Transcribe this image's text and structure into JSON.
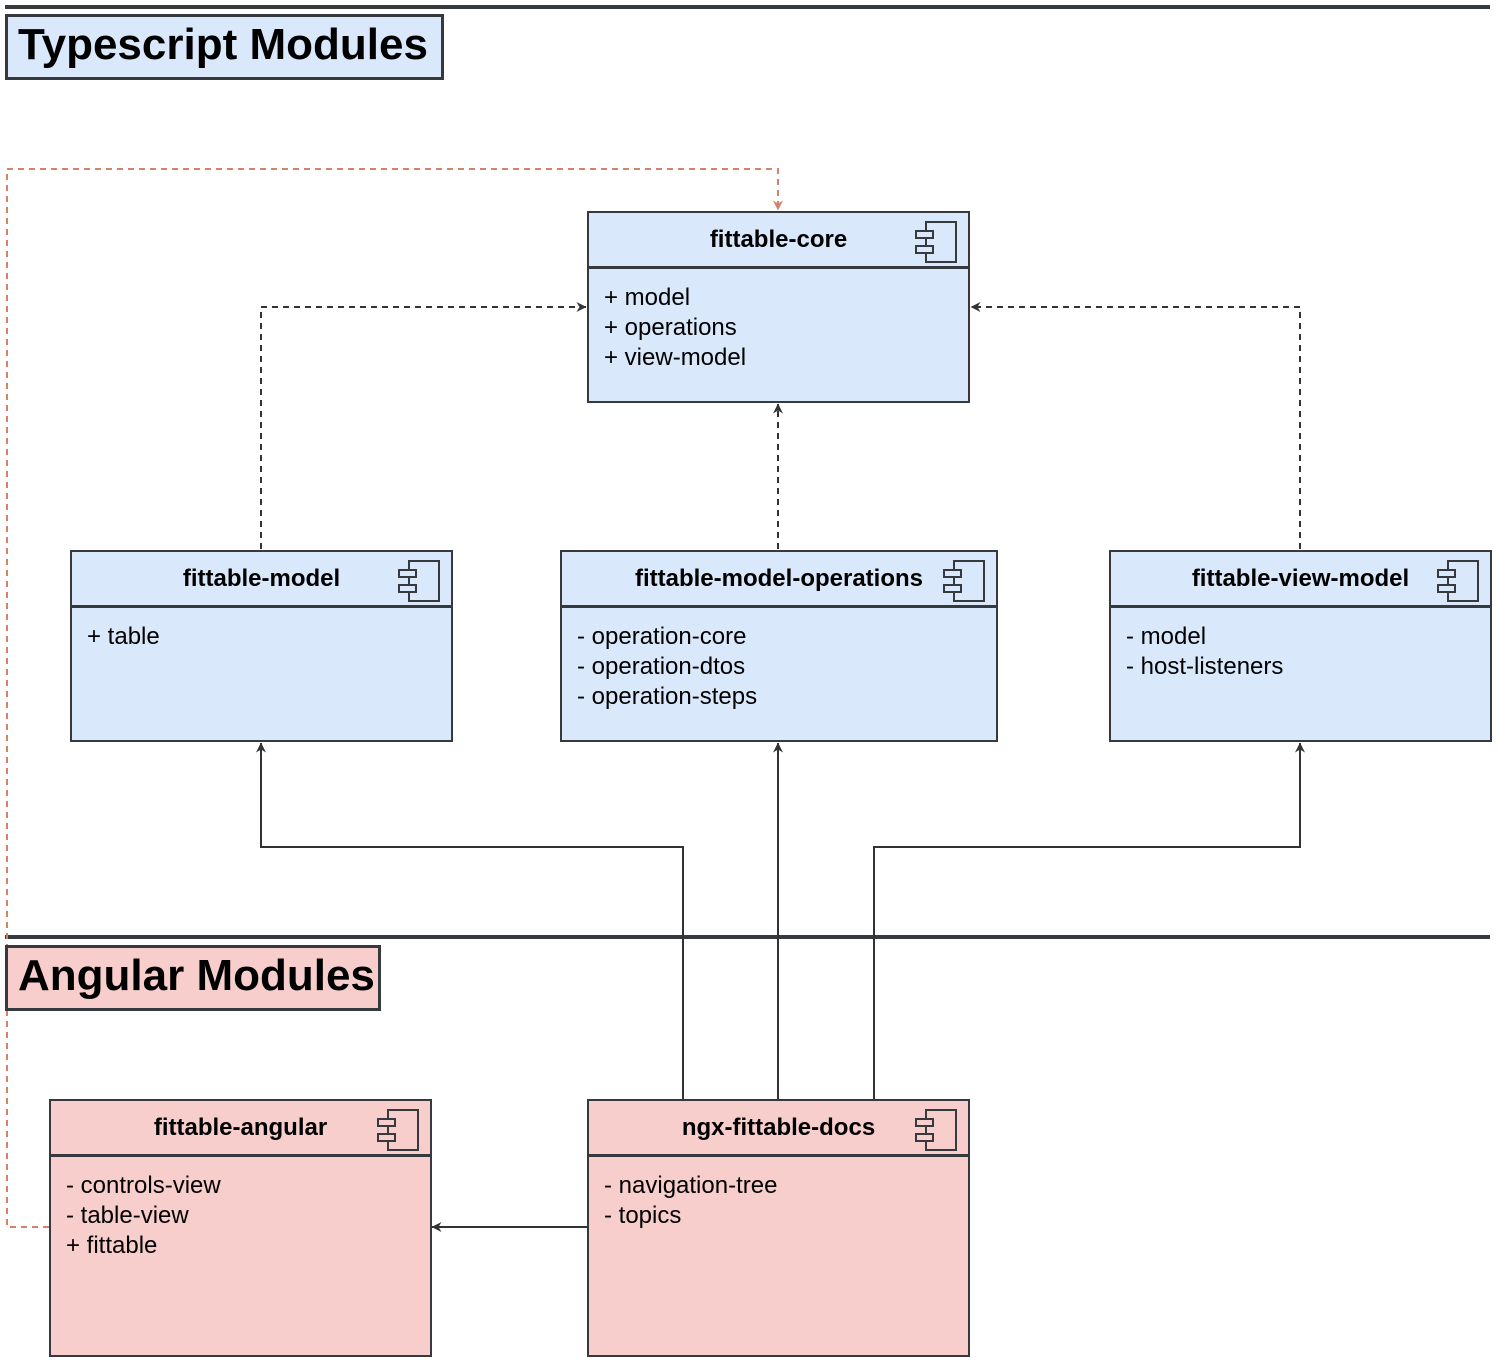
{
  "sections": {
    "typescript": "Typescript Modules",
    "angular": "Angular Modules"
  },
  "modules": {
    "fittable_core": {
      "name": "fittable-core",
      "items": [
        "+ model",
        "+ operations",
        "+ view-model"
      ]
    },
    "fittable_model": {
      "name": "fittable-model",
      "items": [
        "+ table"
      ]
    },
    "fittable_model_operations": {
      "name": "fittable-model-operations",
      "items": [
        "- operation-core",
        "- operation-dtos",
        "- operation-steps"
      ]
    },
    "fittable_view_model": {
      "name": "fittable-view-model",
      "items": [
        "- model",
        "- host-listeners"
      ]
    },
    "fittable_angular": {
      "name": "fittable-angular",
      "items": [
        "- controls-view",
        "- table-view",
        "+ fittable"
      ]
    },
    "ngx_fittable_docs": {
      "name": "ngx-fittable-docs",
      "items": [
        "- navigation-tree",
        "- topics"
      ]
    }
  },
  "colors": {
    "typescript_fill": "#dae8fc",
    "angular_fill": "#f8cecc",
    "stroke": "#36393d",
    "cross_dependency": "#d6826b"
  },
  "icons": {
    "module": "component-icon"
  }
}
